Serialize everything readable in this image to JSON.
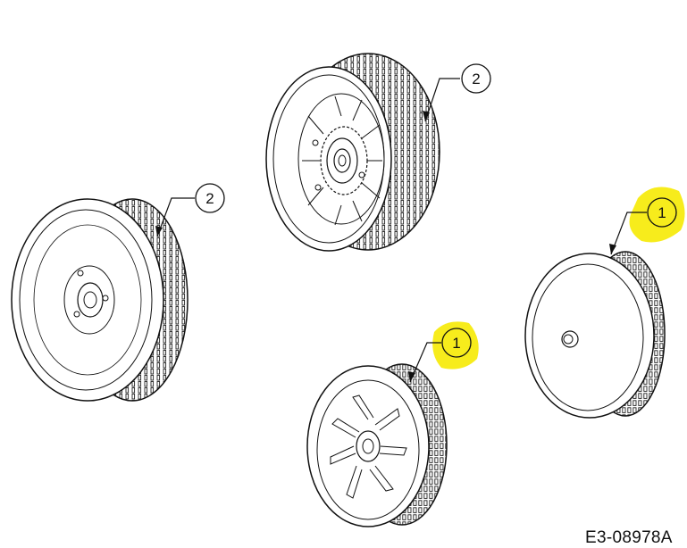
{
  "diagram": {
    "callouts": [
      {
        "id": "callout-2-top",
        "number": "2",
        "highlighted": false
      },
      {
        "id": "callout-2-left",
        "number": "2",
        "highlighted": false
      },
      {
        "id": "callout-1-right",
        "number": "1",
        "highlighted": true
      },
      {
        "id": "callout-1-bottom",
        "number": "1",
        "highlighted": true
      }
    ],
    "figure_id": "E3-08978A",
    "highlight_color": "#f7ec1c",
    "line_color": "#111111"
  }
}
